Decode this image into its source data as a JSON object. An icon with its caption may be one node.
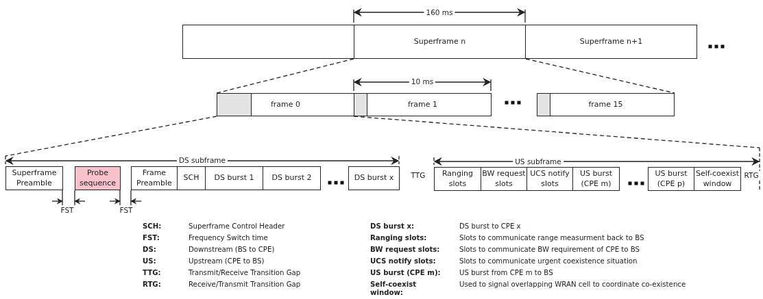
{
  "diagram": {
    "nodes": [
      {
        "text": [],
        "shape": "box"
      },
      {
        "text": [
          "Superframe n"
        ]
      },
      {
        "text": [
          "Superframe n+1"
        ]
      },
      {
        "text": [
          "frame 0"
        ]
      },
      {
        "text": [],
        "shape": "box",
        "in": 3
      },
      {
        "text": [
          "frame 1"
        ]
      },
      {
        "text": [],
        "shape": "box",
        "in": 5
      },
      {
        "text": [
          "frame 15"
        ]
      },
      {
        "text": [],
        "shape": "box",
        "in": 7
      },
      {
        "text": [
          "Superframe Preamble"
        ]
      },
      {
        "text": [
          "Probe sequence"
        ]
      },
      {
        "text": [
          "Frame Preamble"
        ]
      },
      {
        "text": [
          "SCH"
        ]
      },
      {
        "text": [
          "DS burst 1"
        ]
      },
      {
        "text": [
          "DS burst 2"
        ]
      },
      {
        "text": [
          "DS burst x"
        ]
      },
      {
        "text": [
          "Ranging slots"
        ]
      },
      {
        "text": [
          "BW request slots"
        ]
      },
      {
        "text": [
          "UCS notify slots"
        ]
      },
      {
        "text": [
          "US burst (CPE m)"
        ]
      },
      {
        "text": [
          "US burst (CPE p)"
        ]
      },
      {
        "text": [
          "Self-coexist window"
        ]
      }
    ],
    "edges": [
      {
        "from": 1,
        "to": 3,
        "arrow": "none",
        "style": "dashed"
      },
      {
        "from": 1,
        "to": 7,
        "arrow": "none",
        "style": "dashed"
      },
      {
        "from": 3,
        "to": null,
        "arrow": "none",
        "style": "dashed"
      },
      {
        "from": 5,
        "to": null,
        "arrow": "none",
        "style": "dashed"
      }
    ],
    "labels": [
      "160 ms",
      "10 ms",
      "DS subframe",
      "US subframe",
      "TTG",
      "RTG",
      "FST",
      "FST",
      "SCH:",
      "Superframe Control Header",
      "DS burst x:",
      "DS burst to CPE x",
      "FST:",
      "Frequency Switch time",
      "Ranging slots:",
      "Slots to communicate range measurment back to BS",
      "DS:",
      "Downstream (BS to CPE)",
      "BW request slots:",
      "Slots to communicate BW requirement of CPE to BS",
      "US:",
      "Upstream (CPE to BS)",
      "UCS notify slots:",
      "Slots to communicate urgent coexistence situation",
      "TTG:",
      "Transmit/Receive Transition Gap",
      "US burst (CPE m):",
      "US burst from CPE m to BS",
      "RTG:",
      "Receive/Transmit Transition Gap",
      "Self-coexist window:",
      "Used to signal overlapping WRAN cell to coordinate co-existence"
    ]
  }
}
